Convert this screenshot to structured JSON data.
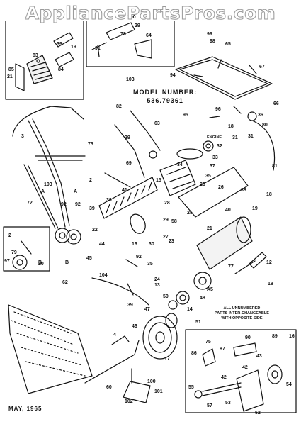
{
  "watermark": "AppliancePartsPros.com",
  "model_label": "MODEL NUMBER:",
  "model_number": "536.79361",
  "note_lines": [
    "ALL UNNUMBERED",
    "PARTS INTER-CHANGEABLE",
    "WITH OPPOSITE SIDE"
  ],
  "engine_label": "ENGINE",
  "date_label": "MAY, 1965",
  "callouts": [
    {
      "t": "29"
    },
    {
      "t": "99"
    },
    {
      "t": "98"
    },
    {
      "t": "65"
    },
    {
      "t": "67"
    },
    {
      "t": "66"
    },
    {
      "t": "94"
    },
    {
      "t": "83"
    },
    {
      "t": "39"
    },
    {
      "t": "19"
    },
    {
      "t": "84"
    },
    {
      "t": "21"
    },
    {
      "t": "85"
    },
    {
      "t": "78"
    },
    {
      "t": "64"
    },
    {
      "t": "91"
    },
    {
      "t": "100"
    },
    {
      "t": "103"
    },
    {
      "t": "82"
    },
    {
      "t": "39"
    },
    {
      "t": "63"
    },
    {
      "t": "69"
    },
    {
      "t": "95"
    },
    {
      "t": "96"
    },
    {
      "t": "36"
    },
    {
      "t": "80"
    },
    {
      "t": "18"
    },
    {
      "t": "31"
    },
    {
      "t": "33"
    },
    {
      "t": "32"
    },
    {
      "t": "81"
    },
    {
      "t": "3"
    },
    {
      "t": "73"
    },
    {
      "t": "103"
    },
    {
      "t": "72"
    },
    {
      "t": "92"
    },
    {
      "t": "92"
    },
    {
      "t": "39"
    },
    {
      "t": "39"
    },
    {
      "t": "41"
    },
    {
      "t": "15"
    },
    {
      "t": "34"
    },
    {
      "t": "37"
    },
    {
      "t": "35"
    },
    {
      "t": "26"
    },
    {
      "t": "38"
    },
    {
      "t": "18"
    },
    {
      "t": "19"
    },
    {
      "t": "40"
    },
    {
      "t": "25"
    },
    {
      "t": "58"
    },
    {
      "t": "21"
    },
    {
      "t": "23"
    },
    {
      "t": "22"
    },
    {
      "t": "44"
    },
    {
      "t": "45"
    },
    {
      "t": "16"
    },
    {
      "t": "30"
    },
    {
      "t": "27"
    },
    {
      "t": "2"
    },
    {
      "t": "79"
    },
    {
      "t": "20"
    },
    {
      "t": "97"
    },
    {
      "t": "62"
    },
    {
      "t": "104"
    },
    {
      "t": "92"
    },
    {
      "t": "35"
    },
    {
      "t": "24"
    },
    {
      "t": "39"
    },
    {
      "t": "13"
    },
    {
      "t": "50"
    },
    {
      "t": "48"
    },
    {
      "t": "14"
    },
    {
      "t": "47"
    },
    {
      "t": "46"
    },
    {
      "t": "12"
    },
    {
      "t": "77"
    },
    {
      "t": "18"
    },
    {
      "t": "4"
    },
    {
      "t": "17"
    },
    {
      "t": "60"
    },
    {
      "t": "100"
    },
    {
      "t": "101"
    },
    {
      "t": "102"
    },
    {
      "t": "51"
    },
    {
      "t": "75"
    },
    {
      "t": "90"
    },
    {
      "t": "89"
    },
    {
      "t": "16"
    },
    {
      "t": "86"
    },
    {
      "t": "87"
    },
    {
      "t": "43"
    },
    {
      "t": "42"
    },
    {
      "t": "55"
    },
    {
      "t": "53"
    },
    {
      "t": "57"
    },
    {
      "t": "52"
    },
    {
      "t": "54"
    },
    {
      "t": "28"
    },
    {
      "t": "A"
    },
    {
      "t": "A"
    },
    {
      "t": "B"
    },
    {
      "t": "B"
    },
    {
      "t": "A5"
    },
    {
      "t": "31"
    },
    {
      "t": "2"
    },
    {
      "t": "29"
    },
    {
      "t": "26"
    },
    {
      "t": "42"
    }
  ]
}
